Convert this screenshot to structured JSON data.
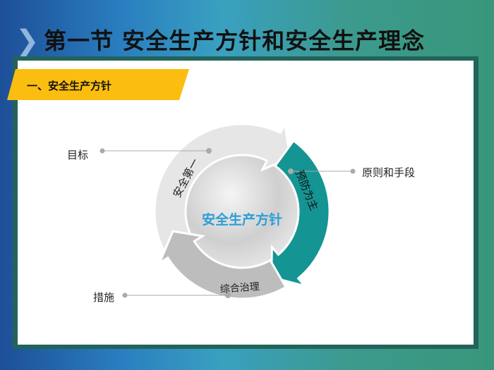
{
  "slide": {
    "title": "第一节 安全生产方针和安全生产理念",
    "section": "一、安全生产方针"
  },
  "diagram": {
    "center": "安全生产方针",
    "segments": [
      {
        "text": "安全第一",
        "color": "#e6e6e6"
      },
      {
        "text": "预防为主",
        "color": "#159494"
      },
      {
        "text": "综合治理",
        "color": "#bdbdbd"
      }
    ],
    "callouts": {
      "goal": "目标",
      "principle": "原则和手段",
      "measure": "措施"
    }
  }
}
